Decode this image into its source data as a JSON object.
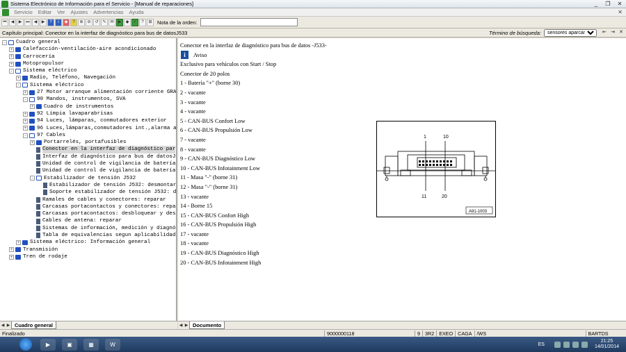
{
  "window": {
    "title": "Sistema Electrónico de Información para el Servicio - [Manual de reparaciones]",
    "controls": [
      "_",
      "❐",
      "✕"
    ]
  },
  "menu": {
    "items": [
      "Servicio",
      "Editar",
      "Ver",
      "Ajustes",
      "Advertencias",
      "Ayuda"
    ],
    "close_glyph": "✕"
  },
  "toolbar": {
    "buttons": [
      "⏮",
      "◀",
      "▶",
      "⏭",
      "◀",
      "▶",
      "?",
      "i",
      "◆",
      "?",
      "⊕",
      "⊖",
      "↺",
      "✎",
      "✉",
      "▶",
      "◆",
      "✓",
      "?",
      "⊞"
    ],
    "order_label": "Nota de la orden:",
    "order_value": ""
  },
  "caption": {
    "chapter": "Capítulo principal: Conector en la interfaz de diagnóstico para bus de datosJ533",
    "search_label": "Término de búsqueda:",
    "search_value": "sensores aparcamie",
    "controls": [
      "⇤",
      "⇥",
      "✕"
    ]
  },
  "tree": [
    {
      "indent": 0,
      "pm": "-",
      "icon": "open",
      "label": "Cuadro general"
    },
    {
      "indent": 1,
      "pm": "+",
      "icon": "book",
      "label": "Calefacción-ventilación-aire acondicionado"
    },
    {
      "indent": 1,
      "pm": "+",
      "icon": "book",
      "label": "Carrocería"
    },
    {
      "indent": 1,
      "pm": "+",
      "icon": "book",
      "label": "Motopropulsor"
    },
    {
      "indent": 1,
      "pm": "-",
      "icon": "open",
      "label": "Sistema eléctrico"
    },
    {
      "indent": 2,
      "pm": "+",
      "icon": "book",
      "label": "Radio, Teléfono, Navegación"
    },
    {
      "indent": 2,
      "pm": "-",
      "icon": "open",
      "label": "Sistema eléctrico"
    },
    {
      "indent": 3,
      "pm": "+",
      "icon": "book",
      "label": "27 Motor arranque alimentación corriente GRA"
    },
    {
      "indent": 3,
      "pm": "-",
      "icon": "open",
      "label": "90 Mandos, instrumentos, SVA"
    },
    {
      "indent": 4,
      "pm": "+",
      "icon": "book",
      "label": "Cuadro de instrumentos"
    },
    {
      "indent": 3,
      "pm": "+",
      "icon": "book",
      "label": "92 Limpia lavaparabrisas"
    },
    {
      "indent": 3,
      "pm": "+",
      "icon": "book",
      "label": "94 Luces, lámparas, conmutadores exterior"
    },
    {
      "indent": 3,
      "pm": "+",
      "icon": "book",
      "label": "96 Luces,lámparas,conmutadores int.,alarma a"
    },
    {
      "indent": 3,
      "pm": "-",
      "icon": "open",
      "label": "97 Cables"
    },
    {
      "indent": 4,
      "pm": "+",
      "icon": "book",
      "label": "Portarrelés, portafusibles"
    },
    {
      "indent": 4,
      "pm": "",
      "icon": "doc",
      "label": "Conector en la interfaz de diagnóstico par",
      "state": "sel"
    },
    {
      "indent": 4,
      "pm": "",
      "icon": "doc",
      "label": "Interfaz de diagnóstico para bus de datosJ"
    },
    {
      "indent": 4,
      "pm": "",
      "icon": "doc",
      "label": "Unidad de control de vigilancia de batería"
    },
    {
      "indent": 4,
      "pm": "",
      "icon": "doc",
      "label": "Unidad de control de vigilancia de batería"
    },
    {
      "indent": 4,
      "pm": "-",
      "icon": "open",
      "label": "Estabilizador de tensión J532"
    },
    {
      "indent": 5,
      "pm": "",
      "icon": "doc",
      "label": "Estabilizador de tensión J532: desmontar"
    },
    {
      "indent": 5,
      "pm": "",
      "icon": "doc",
      "label": "Soporte estabilizador de tensión J532: d"
    },
    {
      "indent": 4,
      "pm": "",
      "icon": "doc",
      "label": "Ramales de cables y conectores: reparar"
    },
    {
      "indent": 4,
      "pm": "",
      "icon": "doc",
      "label": "Carcasas portacontactos y conectores: repa"
    },
    {
      "indent": 4,
      "pm": "",
      "icon": "doc",
      "label": "Carcasas portacontactos: desbloquear y des"
    },
    {
      "indent": 4,
      "pm": "",
      "icon": "doc",
      "label": "Cables de antena: reparar"
    },
    {
      "indent": 4,
      "pm": "",
      "icon": "doc",
      "label": "Sistemas de información, medición y diagnó"
    },
    {
      "indent": 4,
      "pm": "",
      "icon": "doc",
      "label": "Tabla de equivalencias segun aplicabilidad"
    },
    {
      "indent": 2,
      "pm": "+",
      "icon": "book",
      "label": "Sistema eléctrico: Información general"
    },
    {
      "indent": 1,
      "pm": "+",
      "icon": "book",
      "label": "Transmisión"
    },
    {
      "indent": 1,
      "pm": "+",
      "icon": "book",
      "label": "Tren de rodaje"
    }
  ],
  "document": {
    "heading": "Conector en la interfaz de diagnóstico para bus de datos -J533-",
    "notice_label": "Aviso",
    "note": "Exclusivo para vehículos con Start / Stop",
    "connector": "Conector de 20 polos",
    "pins": [
      "1 -  Batería \"+\" (borne 30)",
      "2 -  vacante",
      "3 -  vacante",
      "4 -  vacante",
      "5 -  CAN-BUS Confort Low",
      "6 -  CAN-BUS Propulsión Low",
      "7 -  vacante",
      "8 -  vacante",
      "9 -  CAN-BUS Diagnóstico Low",
      "10 -  CAN-BUS Infotainment Low",
      "11 -  Masa \"-\" (borne 31)",
      "12 -  Masa \"-\" (borne 31)",
      "13 -  vacante",
      "14 -  Borne 15",
      "15 -  CAN-BUS Confort High",
      "16 -  CAN-BUS Propulsión High",
      "17 -  vacante",
      "18 -  vacante",
      "19 -  CAN-BUS Diagnóstico High",
      "20 -  CAN-BUS Infotainment High"
    ],
    "figure": {
      "label_1": "1",
      "label_10": "10",
      "label_11": "11",
      "label_20": "20",
      "code": "A91-1003"
    }
  },
  "tabs": {
    "left": "Cuadro general",
    "right": "Documento",
    "left_arrow": "◀",
    "right_arrow": "▶"
  },
  "status": {
    "left": "Finalizado",
    "code": "9000000118",
    "s1": "9",
    "s2": "3R2",
    "s3": "EXEO",
    "s4": "CAGA",
    "s5": "/WS",
    "user": "BARTDS"
  },
  "taskbar": {
    "lang": "ES",
    "time": "21:25",
    "date": "14/01/2014",
    "apps": [
      "▶",
      "▣",
      "▦",
      "W"
    ]
  },
  "colors": {
    "book": "#2050c0",
    "selection": "#d8d8d8",
    "info_icon": "#1a4e9a"
  }
}
